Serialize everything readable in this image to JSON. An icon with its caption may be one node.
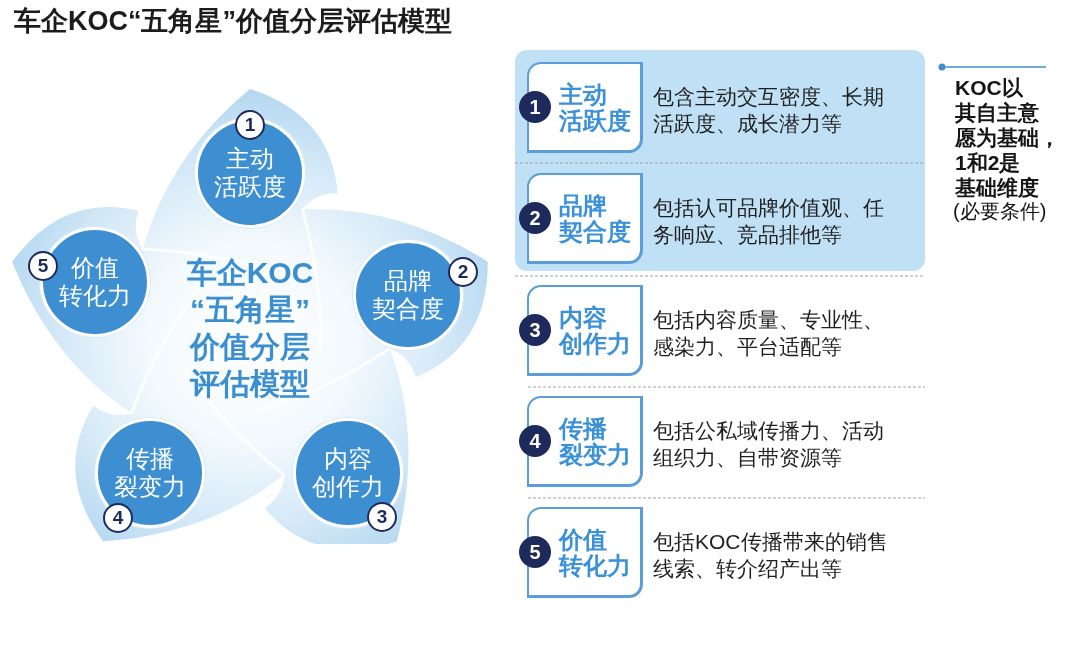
{
  "diagram": {
    "title": "车企KOC“五角星”价值分层评估模型",
    "nodes": [
      {
        "text": [
          "车企KOC“五角星”价值分层评估模型"
        ]
      },
      {
        "text": [
          "1",
          "主动活跃度"
        ],
        "in": 0
      },
      {
        "text": [
          "品牌契合度",
          "2"
        ],
        "in": 0
      },
      {
        "text": [
          "内容创作力",
          "3"
        ],
        "in": 0
      },
      {
        "text": [
          "传播裂变力",
          "4"
        ],
        "in": 0
      },
      {
        "text": [
          "5",
          "价值转化力"
        ],
        "in": 0
      },
      {
        "text": [],
        "shape": "box"
      },
      {
        "text": [
          "1",
          "主动活跃度"
        ],
        "in": 6,
        "beside": [
          "包含主动交互密度、长期活跃度、成长潜力等"
        ]
      },
      {
        "text": [
          "2",
          "品牌契合度"
        ],
        "in": 6,
        "beside": [
          "包括认可品牌价值观、任务响应、竞品排他等"
        ]
      },
      {
        "text": [
          "3",
          "内容创作力"
        ],
        "beside": [
          "包括内容质量、专业性、感染力、平台适配等"
        ]
      },
      {
        "text": [
          "4",
          "传播裂变力"
        ],
        "beside": [
          "包括公私域传播力、活动组织力、自带资源等"
        ]
      },
      {
        "text": [
          "5",
          "价值转化力"
        ],
        "beside": [
          "包括KOC传播带来的销售线索、转介绍产出等"
        ]
      }
    ],
    "labels": [
      "KOC以其自主意愿为基础，1和2是基础维度",
      "(必要条件)"
    ]
  }
}
